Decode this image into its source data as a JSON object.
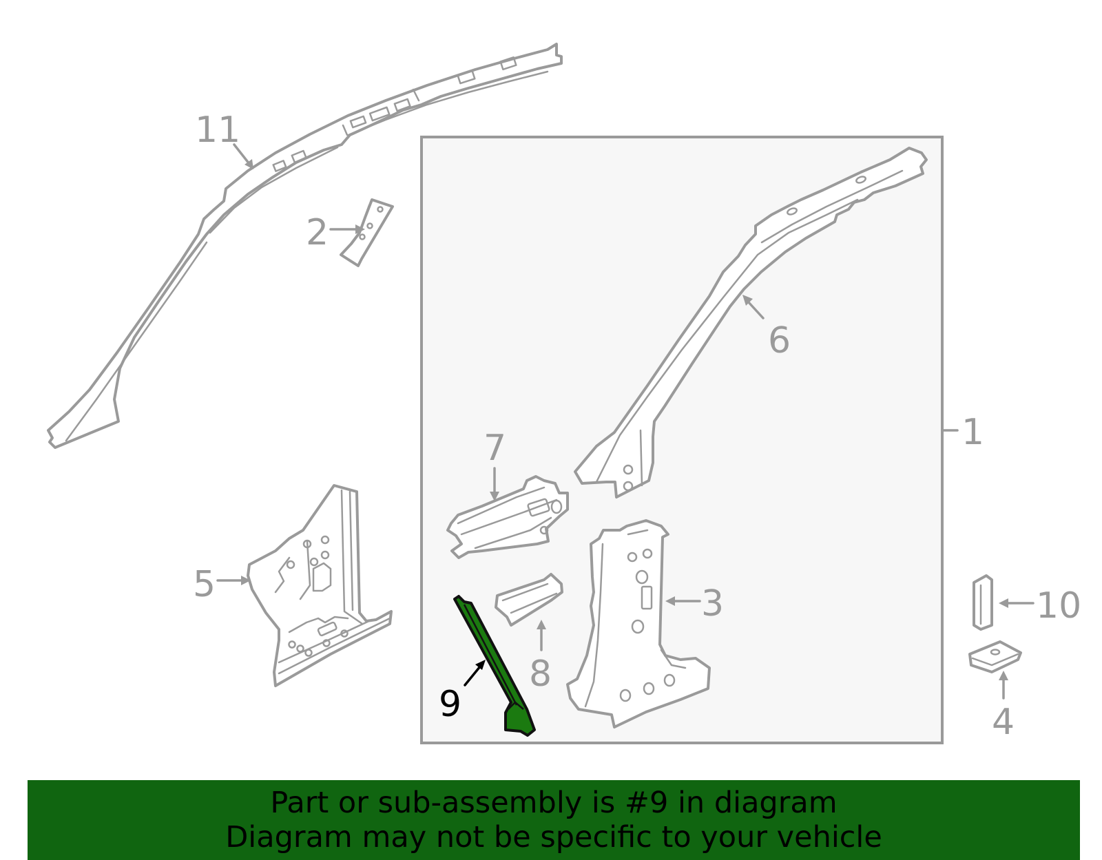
{
  "callouts": {
    "c1": "1",
    "c2": "2",
    "c3": "3",
    "c4": "4",
    "c5": "5",
    "c6": "6",
    "c7": "7",
    "c8": "8",
    "c9": "9",
    "c10": "10",
    "c11": "11"
  },
  "highlighted_part": "9",
  "colors": {
    "outline": "#9a9a9a",
    "highlight_fill": "#1b7a10",
    "banner_bg": "#106510",
    "box_bg": "#f7f7f7"
  },
  "banner": {
    "line1": "Part or sub-assembly is #9 in diagram",
    "line2": "Diagram may not be specific to your vehicle"
  }
}
